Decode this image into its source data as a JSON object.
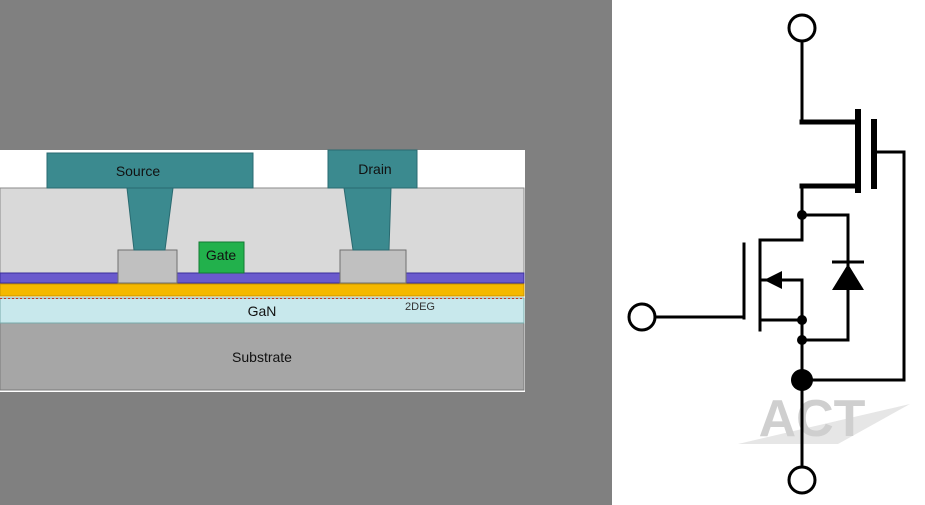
{
  "cross_section": {
    "source_label": "Source",
    "drain_label": "Drain",
    "gate_label": "Gate",
    "gan_label": "GaN",
    "twodeg_label": "2DEG",
    "substrate_label": "Substrate"
  },
  "schematic": {
    "watermark": "ACT"
  },
  "colors": {
    "background_left": "#808080",
    "contact_teal": "#3b8a8f",
    "gate_green": "#22b14c",
    "passivation_blue": "#6a5acd",
    "algan_orange": "#f5b800",
    "gan_cyan": "#c8e8ec",
    "substrate_gray": "#a6a6a6",
    "dielectric_gray": "#d9d9d9"
  }
}
